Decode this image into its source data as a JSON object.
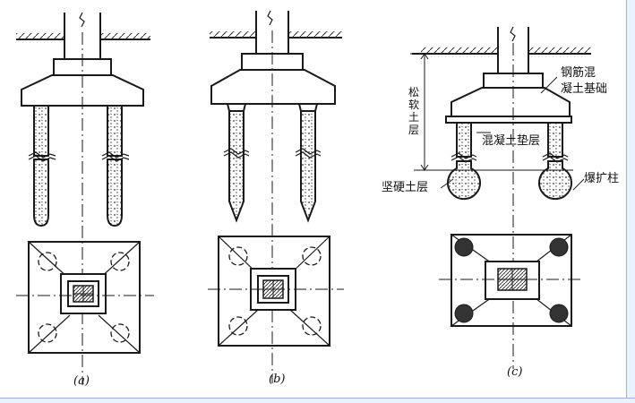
{
  "figure": {
    "sub_labels": {
      "a": "(a)",
      "b": "(b)",
      "c": "(c)"
    },
    "annotations": {
      "rc_foundation_line1": "钢筋混",
      "rc_foundation_line2": "凝土基础",
      "concrete_cushion": "混凝土垫层",
      "soft_soil_layer": "松软土层",
      "hard_soil_layer": "坚硬土层",
      "blast_enlarged_pile": "爆扩柱"
    }
  },
  "colors": {
    "ink": "#1a1a1a",
    "hatch": "#444444",
    "background": "#ffffff",
    "frame_edge": "#9db3e6"
  }
}
